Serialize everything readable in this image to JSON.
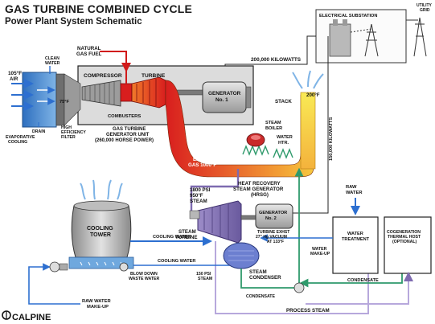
{
  "title": "GAS TURBINE COMBINED CYCLE",
  "subtitle": "Power Plant System Schematic",
  "logo_text": "CALPINE",
  "labels": {
    "electrical_substation": "ELECTRICAL SUBSTATION",
    "utility_grid_1": "UTILITY",
    "utility_grid_2": "GRID",
    "kw_200": "200,000 KILOWATTS",
    "kw_150": "150,000 KILOWATTS",
    "natural_gas_1": "NATURAL",
    "natural_gas_2": "GAS FUEL",
    "clean_water_1": "CLEAN",
    "clean_water_2": "WATER",
    "air_temp": "105°F",
    "air": "AIR",
    "compressor": "COMPRESSOR",
    "turbine": "TURBINE",
    "generator1_1": "GENERATOR",
    "generator1_2": "No. 1",
    "temp_75": "75°F",
    "combusters": "COMBUSTERS",
    "drain": "DRAIN",
    "hef_1": "HIGH",
    "hef_2": "EFFICIENCY",
    "hef_3": "FILTER",
    "evap_1": "EVAPORATIVE",
    "evap_2": "COOLING",
    "gtgu_1": "GAS TURBINE",
    "gtgu_2": "GENERATOR UNIT",
    "gtgu_3": "(260,000 HORSE POWER)",
    "stack": "STACK",
    "stack_temp": "200°F",
    "steam_boiler_1": "STEAM",
    "steam_boiler_2": "BOILER",
    "water_htr_1": "WATER",
    "water_htr_2": "HTR.",
    "exhaust_1": "EXHAUST",
    "exhaust_2": "GAS 1000°F",
    "hrsg_1": "HEAT RECOVERY",
    "hrsg_2": "STEAM GENERATOR",
    "hrsg_3": "(HRSG)",
    "raw_water_1": "RAW",
    "raw_water_2": "WATER",
    "steam_spec_1": "1800 PSI",
    "steam_spec_2": "950°F",
    "steam_spec_3": "STEAM",
    "generator2_1": "GENERATOR",
    "generator2_2": "No. 2",
    "water_treatment_1": "WATER",
    "water_treatment_2": "TREATMENT",
    "cogen_1": "COGENERATION",
    "cogen_2": "THERMAL HOST",
    "cogen_3": "(OPTIONAL)",
    "cooling_tower_1": "COOLING",
    "cooling_tower_2": "TOWER",
    "steam_turbine_1": "STEAM",
    "steam_turbine_2": "TURBINE",
    "turbine_exhst_1": "TURBINE EXHST",
    "turbine_exhst_2": "27\" Hg VACUUM",
    "turbine_exhst_3": "AT 133°F",
    "cooling_water": "COOLING WATER",
    "water_makeup_1": "WATER",
    "water_makeup_2": "MAKE-UP",
    "psi150_1": "150 PSI",
    "psi150_2": "STEAM",
    "steam_condenser_1": "STEAM",
    "steam_condenser_2": "CONDENSER",
    "blowdown_1": "BLOW DOWN",
    "blowdown_2": "WASTE WATER",
    "condensate_1": "CONDENSATE",
    "condensate_2": "CONDENSATE",
    "raw_makeup_1": "RAW WATER",
    "raw_makeup_2": "MAKE-UP",
    "process_steam": "PROCESS STEAM"
  },
  "colors": {
    "hot_red": "#d81e1e",
    "exhaust_orange": "#ef8b2a",
    "stack_yellow": "#f7e046",
    "steam_purple": "#7e6bb0",
    "water_blue": "#2d6fd0",
    "condensate_green": "#2f9a6c",
    "gas_red": "#d11a1a",
    "intake_blue": "#4a8fd4",
    "grey_box": "#d9d9d9"
  }
}
